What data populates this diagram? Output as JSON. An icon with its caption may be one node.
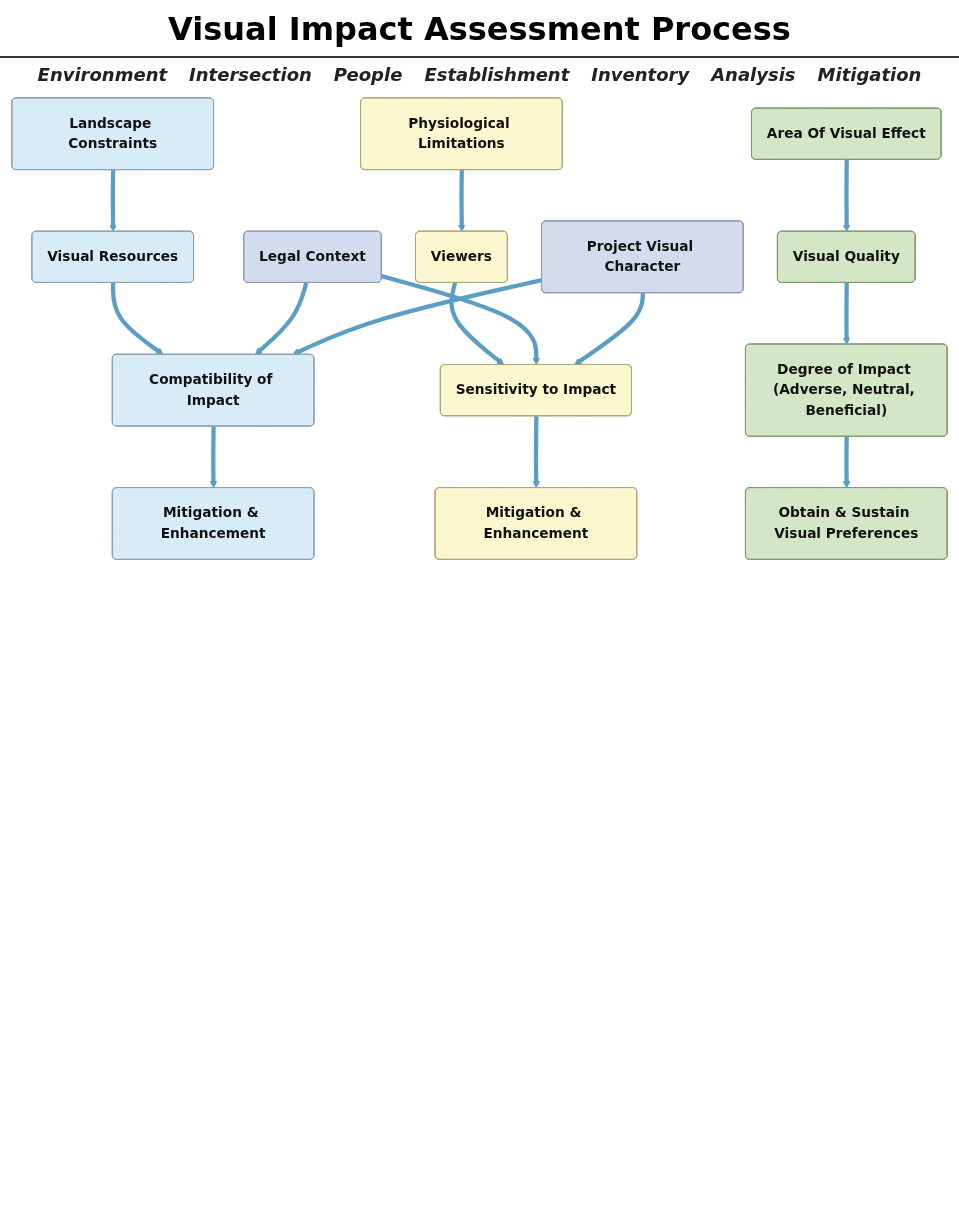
{
  "diagram": {
    "title": "Visual Impact Assessment Process",
    "nodes": [
      {
        "text": [
          "Project Visual Character"
        ]
      },
      {
        "text": [
          "Legal Context"
        ]
      },
      {
        "text": [
          "Landscape Constraints"
        ]
      },
      {
        "text": [
          "Area Of Visual Effect"
        ]
      },
      {
        "text": [
          "Physiological Limitations"
        ]
      },
      {
        "text": [
          "Visual Resources"
        ]
      },
      {
        "text": [
          "Visual Quality"
        ]
      },
      {
        "text": [
          "Viewers"
        ]
      },
      {
        "text": [
          "Compatibility of Impact"
        ]
      },
      {
        "text": [
          "Degree of Impact (Adverse, Neutral, Beneficial)"
        ]
      },
      {
        "text": [
          "Sensitivity to Impact"
        ]
      },
      {
        "text": [
          "Mitigation & Enhancement"
        ]
      },
      {
        "text": [
          "Obtain & Sustain Visual Preferences"
        ]
      },
      {
        "text": [
          "Mitigation & Enhancement"
        ]
      }
    ],
    "edges": [
      {
        "from": 0,
        "to": 8,
        "arrow": "to"
      },
      {
        "from": 1,
        "to": 8,
        "arrow": "to"
      },
      {
        "from": 0,
        "to": 10,
        "arrow": "to"
      },
      {
        "from": 1,
        "to": 10,
        "arrow": "to"
      },
      {
        "from": 2,
        "to": 5,
        "arrow": "to"
      },
      {
        "from": 3,
        "to": 6,
        "arrow": "to"
      },
      {
        "from": 4,
        "to": 7,
        "arrow": "to"
      },
      {
        "from": 5,
        "to": 8,
        "arrow": "to"
      },
      {
        "from": 6,
        "to": 9,
        "arrow": "to"
      },
      {
        "from": 7,
        "to": 10,
        "arrow": "to"
      },
      {
        "from": 8,
        "to": 11,
        "arrow": "to"
      },
      {
        "from": 9,
        "to": 12,
        "arrow": "to"
      },
      {
        "from": 10,
        "to": 13,
        "arrow": "to"
      }
    ],
    "labels": [
      "Environment",
      "Intersection",
      "People",
      "Establishment",
      "Inventory",
      "Analysis",
      "Mitigation"
    ]
  }
}
